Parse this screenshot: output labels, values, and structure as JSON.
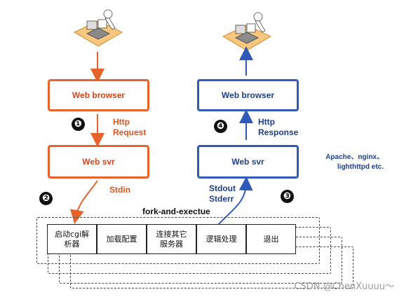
{
  "left_stack": {
    "browser_label": "Web browser",
    "server_label": "Web svr",
    "request_line1": "Http",
    "request_line2": "Request",
    "stdin_label": "Stdin",
    "step1": "❶",
    "step2": "❷"
  },
  "right_stack": {
    "browser_label": "Web browser",
    "server_label": "Web svr",
    "response_line1": "Http",
    "response_line2": "Response",
    "stdout_label": "Stdout",
    "stderr_label": "Stderr",
    "step3": "❸",
    "step4": "❹",
    "servers_line1": "Apache、nginx、",
    "servers_line2": "lighthttpd etc."
  },
  "process": {
    "title": "fork-and-exectue",
    "steps": [
      {
        "line1": "启动cgi解",
        "line2": "析器"
      },
      {
        "line1": "加载配置",
        "line2": ""
      },
      {
        "line1": "连接其它",
        "line2": "服务器"
      },
      {
        "line1": "逻辑处理",
        "line2": ""
      },
      {
        "line1": "退出",
        "line2": ""
      }
    ]
  },
  "watermark": "CSDN @ChenXuuuu～",
  "colors": {
    "request": "#e8622c",
    "response": "#2f5ab8"
  }
}
